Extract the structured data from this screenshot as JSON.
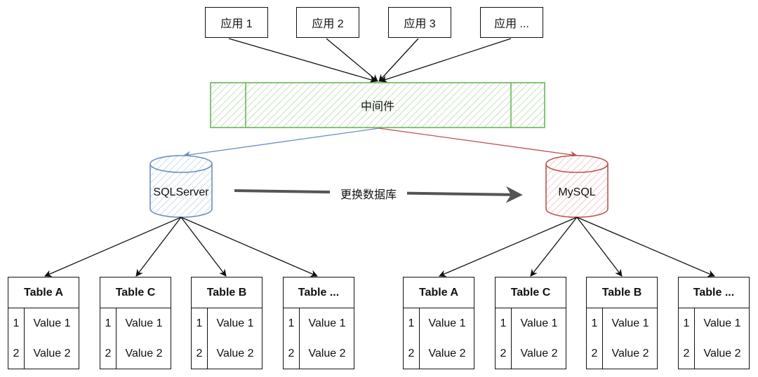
{
  "apps": [
    "应用 1",
    "应用 2",
    "应用 3",
    "应用 ..."
  ],
  "middleware": {
    "label": "中间件",
    "color": "#5fb14f",
    "fill": "#e4f3df"
  },
  "databases": {
    "source": {
      "label": "SQLServer",
      "color": "#6c8ebf",
      "fill": "#dae8fc"
    },
    "target": {
      "label": "MySQL",
      "color": "#b85450",
      "fill": "#f8cecc"
    }
  },
  "switch_label": "更换数据库",
  "left_tables": [
    {
      "name": "Table A",
      "rows": [
        {
          "idx": "1",
          "value": "Value 1"
        },
        {
          "idx": "2",
          "value": "Value 2"
        }
      ]
    },
    {
      "name": "Table C",
      "rows": [
        {
          "idx": "1",
          "value": "Value 1"
        },
        {
          "idx": "2",
          "value": "Value 2"
        }
      ]
    },
    {
      "name": "Table B",
      "rows": [
        {
          "idx": "1",
          "value": "Value 1"
        },
        {
          "idx": "2",
          "value": "Value 2"
        }
      ]
    },
    {
      "name": "Table ...",
      "rows": [
        {
          "idx": "1",
          "value": "Value 1"
        },
        {
          "idx": "2",
          "value": "Value 2"
        }
      ]
    }
  ],
  "right_tables": [
    {
      "name": "Table A",
      "rows": [
        {
          "idx": "1",
          "value": "Value 1"
        },
        {
          "idx": "2",
          "value": "Value 2"
        }
      ]
    },
    {
      "name": "Table C",
      "rows": [
        {
          "idx": "1",
          "value": "Value 1"
        },
        {
          "idx": "2",
          "value": "Value 2"
        }
      ]
    },
    {
      "name": "Table B",
      "rows": [
        {
          "idx": "1",
          "value": "Value 1"
        },
        {
          "idx": "2",
          "value": "Value 2"
        }
      ]
    },
    {
      "name": "Table ...",
      "rows": [
        {
          "idx": "1",
          "value": "Value 1"
        },
        {
          "idx": "2",
          "value": "Value 2"
        }
      ]
    }
  ]
}
